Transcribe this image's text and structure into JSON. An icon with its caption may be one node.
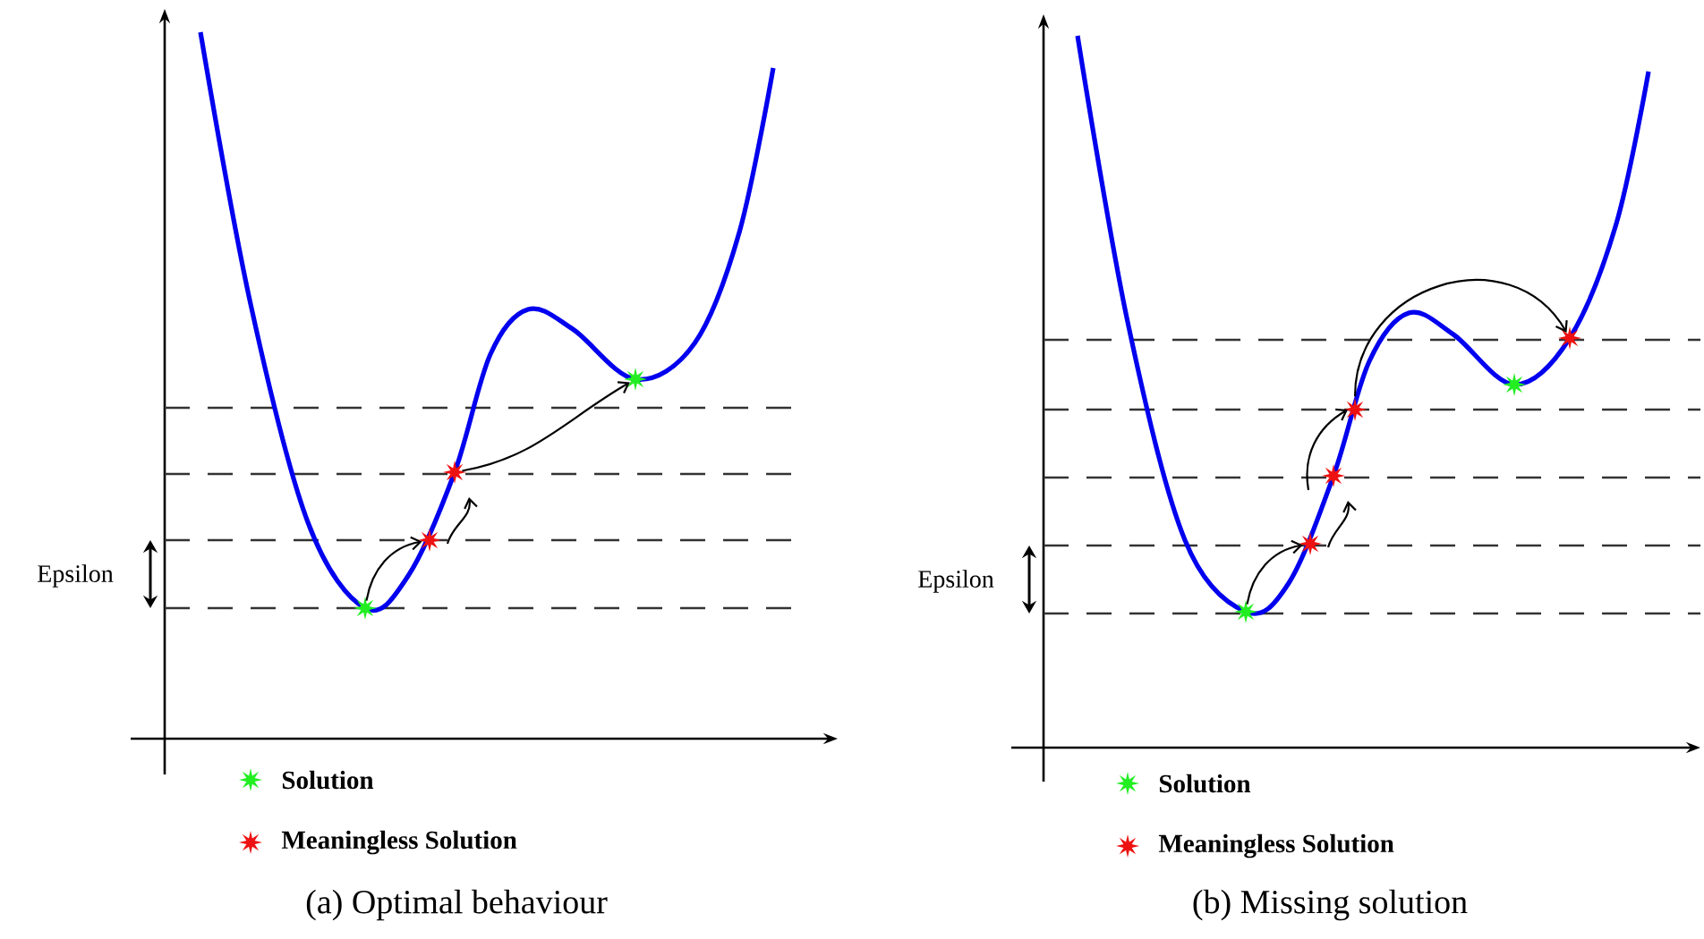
{
  "diagram": {
    "nodes": [
      {
        "text": [],
        "shape": "star"
      },
      {
        "text": [],
        "shape": "star"
      },
      {
        "text": [],
        "shape": "star"
      },
      {
        "text": [],
        "shape": "star"
      },
      {
        "text": [],
        "shape": "star"
      },
      {
        "text": [],
        "shape": "star"
      },
      {
        "text": [],
        "shape": "star"
      },
      {
        "text": [],
        "shape": "star"
      },
      {
        "text": [],
        "shape": "star"
      },
      {
        "text": [],
        "shape": "star"
      }
    ],
    "edges": [
      {
        "from": 0,
        "to": 1,
        "arrow": "to"
      },
      {
        "from": 1,
        "to": 2,
        "arrow": "to"
      },
      {
        "from": 2,
        "to": 3,
        "arrow": "to"
      },
      {
        "from": 4,
        "to": 5,
        "arrow": "to"
      },
      {
        "from": 5,
        "to": 6,
        "arrow": "to"
      },
      {
        "from": 6,
        "to": 7,
        "arrow": "to"
      },
      {
        "from": 7,
        "to": 9,
        "arrow": "to"
      }
    ],
    "labels": [
      "Epsilon",
      "Epsilon",
      "(a) Optimal behaviour",
      "(b) Missing solution"
    ],
    "legend": [
      {
        "text": "Solution"
      },
      {
        "text": "Meaningless Solution"
      },
      {
        "text": "Solution"
      },
      {
        "text": "Meaningless Solution"
      }
    ]
  }
}
